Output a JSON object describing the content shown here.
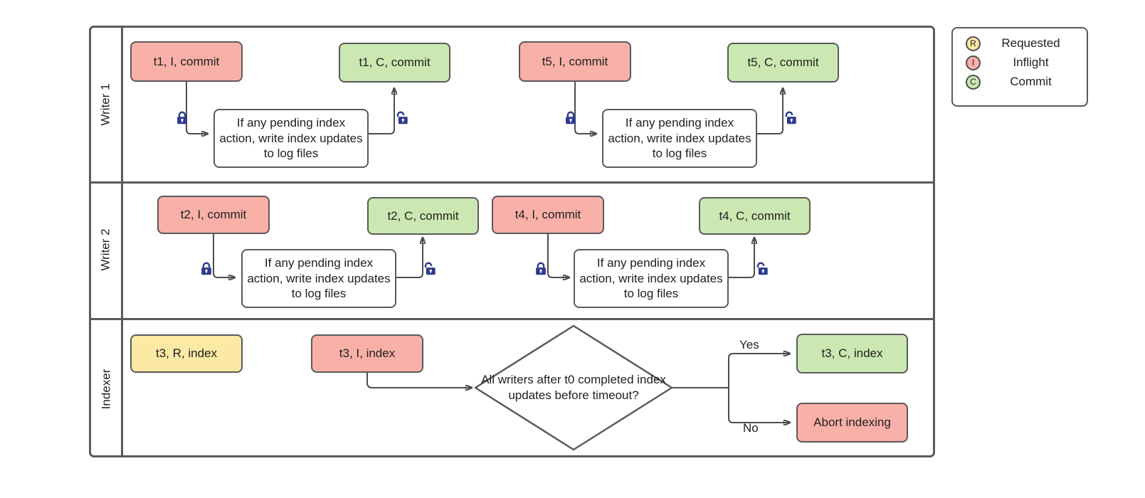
{
  "lanes": [
    {
      "label": "Writer 1"
    },
    {
      "label": "Writer 2"
    },
    {
      "label": "Indexer"
    }
  ],
  "nodes": {
    "w1_t1_i": {
      "text": "t1, I, commit"
    },
    "w1_task1": {
      "text": "If any pending index action, write index updates to log files"
    },
    "w1_t1_c": {
      "text": "t1, C, commit"
    },
    "w1_t5_i": {
      "text": "t5, I, commit"
    },
    "w1_task2": {
      "text": "If any pending index action, write index updates to log files"
    },
    "w1_t5_c": {
      "text": "t5, C, commit"
    },
    "w2_t2_i": {
      "text": "t2, I, commit"
    },
    "w2_task1": {
      "text": "If any pending index action, write index updates to log files"
    },
    "w2_t2_c": {
      "text": "t2, C, commit"
    },
    "w2_t4_i": {
      "text": "t4, I, commit"
    },
    "w2_task2": {
      "text": "If any pending index action, write index updates to log files"
    },
    "w2_t4_c": {
      "text": "t4, C, commit"
    },
    "ix_t3_r": {
      "text": "t3, R, index"
    },
    "ix_t3_i": {
      "text": "t3, I, index"
    },
    "ix_decision": {
      "text": "All writers after t0 completed index updates before timeout?"
    },
    "ix_t3_c": {
      "text": "t3, C, index"
    },
    "ix_abort": {
      "text": "Abort indexing"
    }
  },
  "edge_labels": {
    "yes": "Yes",
    "no": "No"
  },
  "icons": {
    "lock_closed": "lock-closed-icon",
    "lock_open": "lock-open-icon"
  },
  "legend": {
    "items": [
      {
        "badge": "R",
        "label": "Requested",
        "color": "#fbe9a4"
      },
      {
        "badge": "I",
        "label": "Inflight",
        "color": "#f9b0a8"
      },
      {
        "badge": "C",
        "label": "Commit",
        "color": "#cce8b2"
      }
    ]
  },
  "colors": {
    "pink": "#f9b0a8",
    "green": "#cce8b2",
    "yellow": "#fbe9a4",
    "stroke": "#5a5a5a",
    "edge": "#4d4d4d",
    "lock": "#2d3a8c"
  }
}
